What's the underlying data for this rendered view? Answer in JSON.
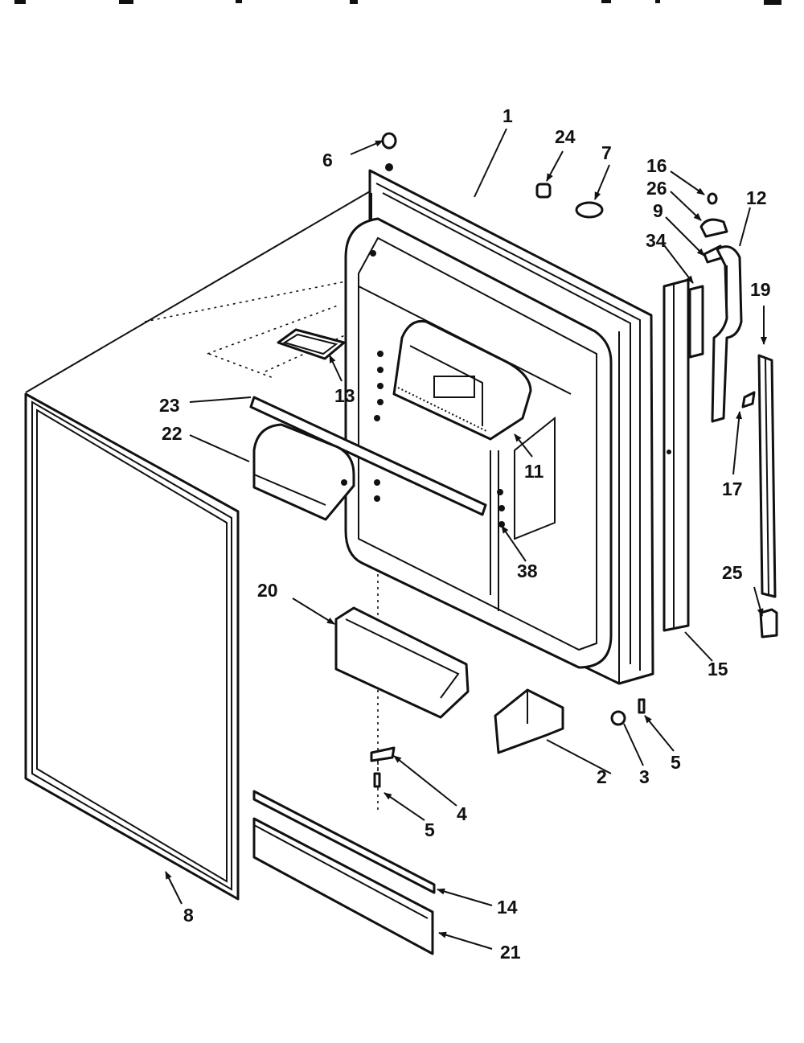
{
  "callouts": {
    "c1": "1",
    "c2": "2",
    "c3": "3",
    "c4": "4",
    "c5a": "5",
    "c5b": "5",
    "c6": "6",
    "c7": "7",
    "c8": "8",
    "c9": "9",
    "c11": "11",
    "c12": "12",
    "c13": "13",
    "c14": "14",
    "c15": "15",
    "c16": "16",
    "c17": "17",
    "c19": "19",
    "c20": "20",
    "c21": "21",
    "c22": "22",
    "c23": "23",
    "c24": "24",
    "c25": "25",
    "c26": "26",
    "c34": "34",
    "c38": "38"
  },
  "colors": {
    "ink": "#111111",
    "paper": "#ffffff"
  }
}
